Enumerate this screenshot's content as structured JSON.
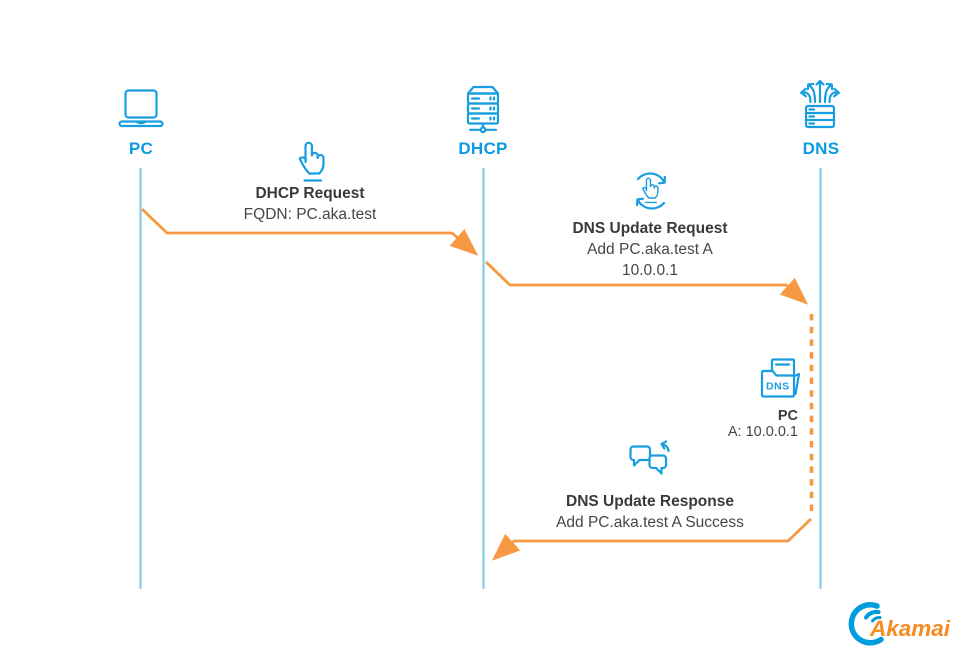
{
  "actors": [
    {
      "label": "PC",
      "icon": "laptop-icon"
    },
    {
      "label": "DHCP",
      "icon": "server-icon"
    },
    {
      "label": "DNS",
      "icon": "broadcast-switch-icon"
    }
  ],
  "messages": [
    {
      "icon": "click-hand-icon",
      "title": "DHCP Request",
      "lines": [
        "FQDN: PC.aka.test"
      ],
      "from": "PC",
      "to": "DHCP"
    },
    {
      "icon": "sync-hand-icon",
      "title": "DNS Update Request",
      "lines": [
        "Add PC.aka.test A",
        "10.0.0.1"
      ],
      "from": "DHCP",
      "to": "DNS"
    },
    {
      "icon": "chat-sync-icon",
      "title": "DNS Update Response",
      "lines": [
        "Add PC.aka.test A Success"
      ],
      "from": "DNS",
      "to": "DHCP"
    }
  ],
  "dns_record": {
    "icon": "dns-folder-icon",
    "folder_label": "DNS",
    "name": "PC",
    "value": "A: 10.0.0.1"
  },
  "logo": {
    "text": "Akamai"
  },
  "colors": {
    "icon_blue": "#189EDF",
    "label_blue": "#0B9CDF",
    "lifeline_blue": "#85CBEB",
    "arrow_orange": "#F69942",
    "text_dark": "#3A3A3A",
    "akamai_orange": "#F68B1F",
    "akamai_blue": "#009CDE"
  }
}
